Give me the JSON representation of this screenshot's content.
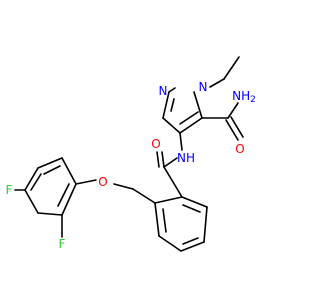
{
  "colors": {
    "background": "#ffffff",
    "bond": "#000000",
    "nitrogen": "#0000ff",
    "oxygen": "#ff0000",
    "fluorine": "#33cc33"
  },
  "atoms": {
    "n_pyrazole_1": "N",
    "n_pyrazole_2": "N",
    "nh2": "NH",
    "nh2_subscript": "2",
    "o_amide_1": "O",
    "o_amide_2": "O",
    "nh": "NH",
    "o_ether": "O",
    "f_para": "F",
    "f_ortho": "F"
  }
}
